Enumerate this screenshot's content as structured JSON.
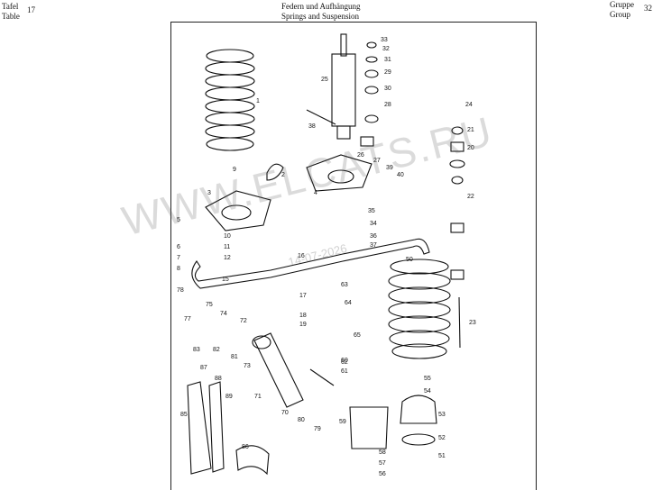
{
  "header": {
    "left_de": "Tafel",
    "left_en": "Table",
    "left_number": "17",
    "title_de": "Federn und Aufhängung",
    "title_en": "Springs and Suspension",
    "right_de": "Gruppe",
    "right_en": "Group",
    "right_number": "32"
  },
  "watermark": "WWW.ELCATS.RU",
  "stamp": "14-07-2026",
  "callouts": [
    "1",
    "2",
    "3",
    "4",
    "5",
    "6",
    "7",
    "8",
    "9",
    "10",
    "11",
    "12",
    "15",
    "16",
    "17",
    "18",
    "19",
    "20",
    "21",
    "22",
    "23",
    "24",
    "25",
    "26",
    "27",
    "28",
    "29",
    "30",
    "31",
    "32",
    "33",
    "34",
    "35",
    "36",
    "37",
    "38",
    "39",
    "40",
    "50",
    "51",
    "52",
    "53",
    "54",
    "55",
    "56",
    "57",
    "58",
    "59",
    "60",
    "61",
    "62",
    "63",
    "64",
    "65",
    "70",
    "71",
    "72",
    "73",
    "74",
    "75",
    "77",
    "78",
    "79",
    "80",
    "81",
    "82",
    "83",
    "85",
    "86",
    "87",
    "88",
    "89"
  ]
}
